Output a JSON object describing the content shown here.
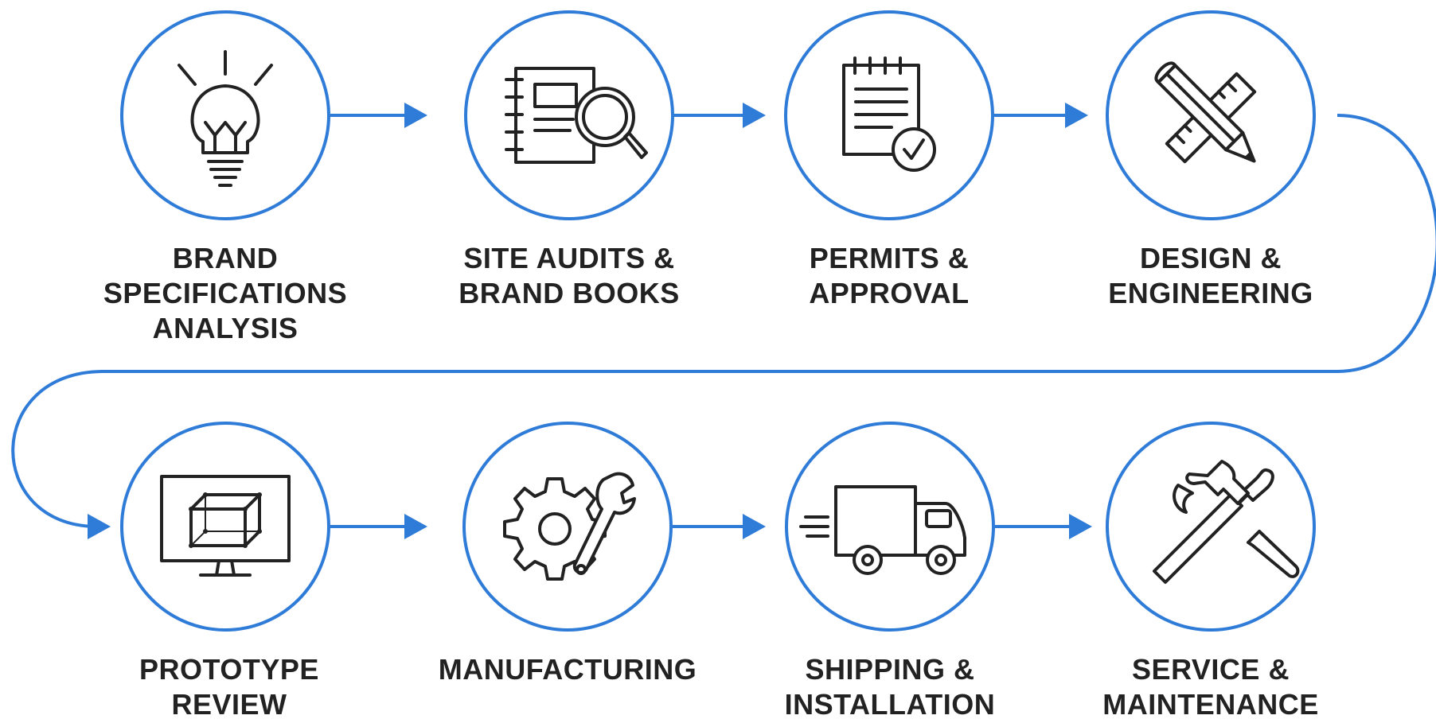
{
  "accent_color": "#2f7bd8",
  "ink_color": "#222222",
  "steps": [
    {
      "icon": "lightbulb-icon",
      "lines": [
        "BRAND",
        "SPECIFICATIONS",
        "ANALYSIS"
      ]
    },
    {
      "icon": "notebook-magnifier-icon",
      "lines": [
        "SITE AUDITS &",
        "BRAND BOOKS"
      ]
    },
    {
      "icon": "checked-document-icon",
      "lines": [
        "PERMITS &",
        "APPROVAL"
      ]
    },
    {
      "icon": "pencil-ruler-icon",
      "lines": [
        "DESIGN &",
        "ENGINEERING"
      ]
    },
    {
      "icon": "monitor-cube-icon",
      "lines": [
        "PROTOTYPE",
        "REVIEW"
      ]
    },
    {
      "icon": "gear-wrench-icon",
      "lines": [
        "MANUFACTURING"
      ]
    },
    {
      "icon": "truck-icon",
      "lines": [
        "SHIPPING &",
        "INSTALLATION"
      ]
    },
    {
      "icon": "hammer-screwdriver-icon",
      "lines": [
        "SERVICE &",
        "MAINTENANCE"
      ]
    }
  ]
}
